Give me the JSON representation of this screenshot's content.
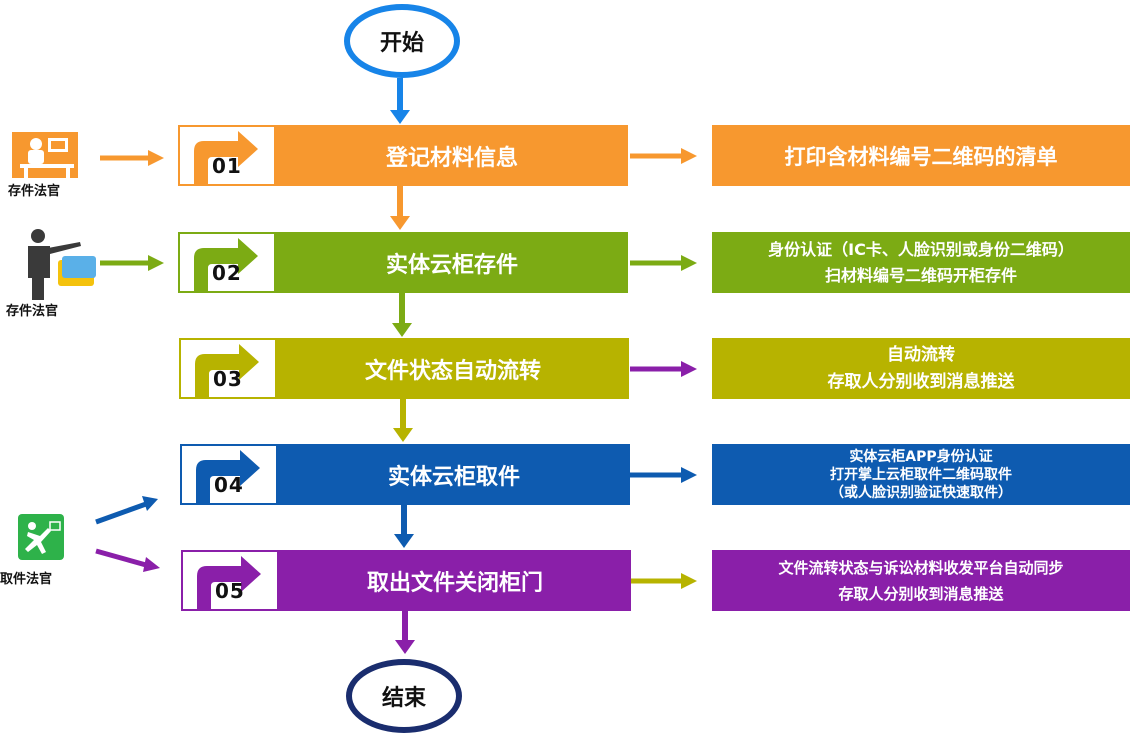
{
  "start": "开始",
  "end": "结束",
  "steps": [
    {
      "num": "01",
      "title": "登记材料信息",
      "color": "#f7982f"
    },
    {
      "num": "02",
      "title": "实体云柜存件",
      "color": "#7cab14"
    },
    {
      "num": "03",
      "title": "文件状态自动流转",
      "color": "#b7b300"
    },
    {
      "num": "04",
      "title": "实体云柜取件",
      "color": "#0e5bb0"
    },
    {
      "num": "05",
      "title": "取出文件关闭柜门",
      "color": "#8a1fa9"
    }
  ],
  "notes": [
    {
      "lines": [
        "打印含材料编号二维码的清单"
      ],
      "color": "#f7982f"
    },
    {
      "lines": [
        "身份认证（IC卡、人脸识别或身份二维码）",
        "扫材料编号二维码开柜存件"
      ],
      "color": "#7cab14"
    },
    {
      "lines": [
        "自动流转",
        "存取人分别收到消息推送"
      ],
      "color": "#b7b300"
    },
    {
      "lines": [
        "实体云柜APP身份认证",
        "打开掌上云柜取件二维码取件",
        "（或人脸识别验证快速取件）"
      ],
      "color": "#0e5bb0"
    },
    {
      "lines": [
        "文件流转状态与诉讼材料收发平台自动同步",
        "存取人分别收到消息推送"
      ],
      "color": "#8a1fa9"
    }
  ],
  "actors": [
    {
      "label": "存件法官",
      "icon": "desk-clerk-icon"
    },
    {
      "label": "存件法官",
      "icon": "presenter-icon"
    },
    {
      "label": "取件法官",
      "icon": "running-person-icon"
    }
  ],
  "colors": {
    "start_ring": "#1784e8",
    "end_ring": "#1a2d6e"
  }
}
